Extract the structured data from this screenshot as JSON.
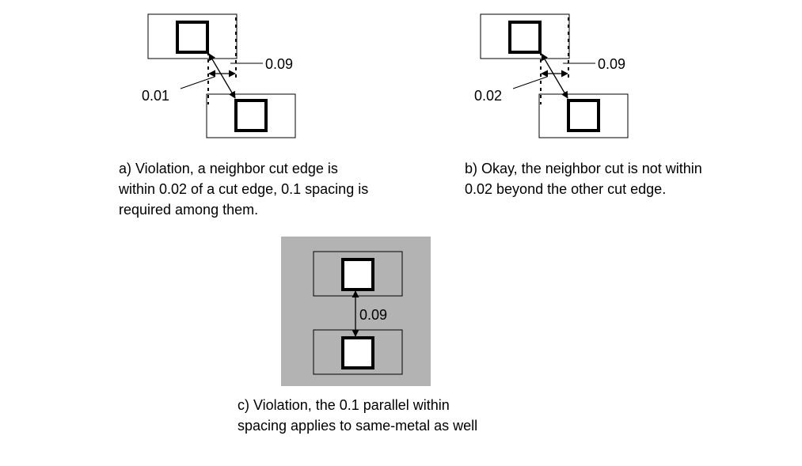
{
  "panel_a": {
    "label_spacing": "0.09",
    "label_offset": "0.01",
    "caption": "a) Violation, a neighbor cut edge is\nwithin 0.02 of a cut edge, 0.1 spacing is\nrequired among them."
  },
  "panel_b": {
    "label_spacing": "0.09",
    "label_offset": "0.02",
    "caption": "b) Okay, the neighbor cut is not within\n0.02 beyond the other cut edge."
  },
  "panel_c": {
    "label_spacing": "0.09",
    "caption": "c) Violation, the 0.1 parallel within\nspacing applies to same-metal as well",
    "background_color": "#b3b3b3"
  }
}
